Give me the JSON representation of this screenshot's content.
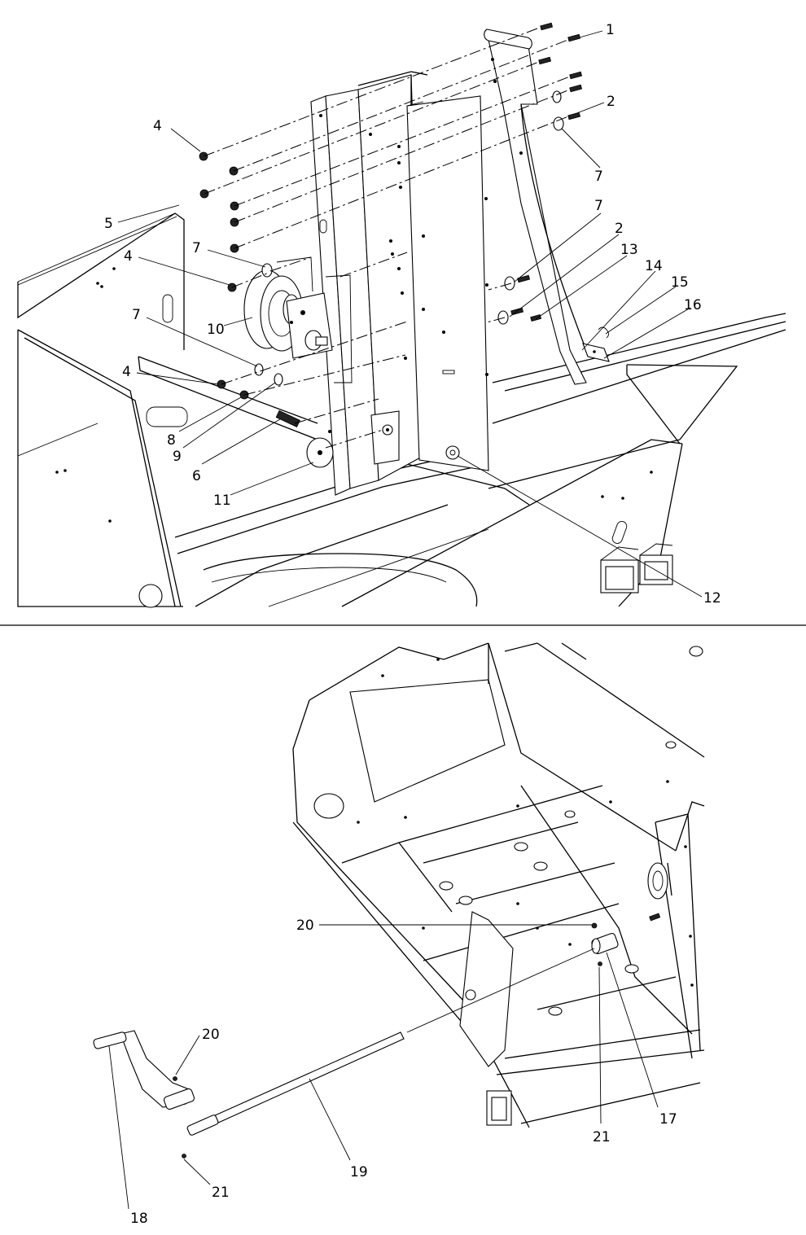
{
  "top_callouts": [
    "1",
    "2",
    "7",
    "7",
    "2",
    "13",
    "14",
    "15",
    "16",
    "4",
    "5",
    "7",
    "4",
    "10",
    "7",
    "4",
    "8",
    "9",
    "6",
    "11",
    "12"
  ],
  "bottom_callouts": [
    "20",
    "17",
    "21",
    "19",
    "20",
    "21",
    "18"
  ]
}
